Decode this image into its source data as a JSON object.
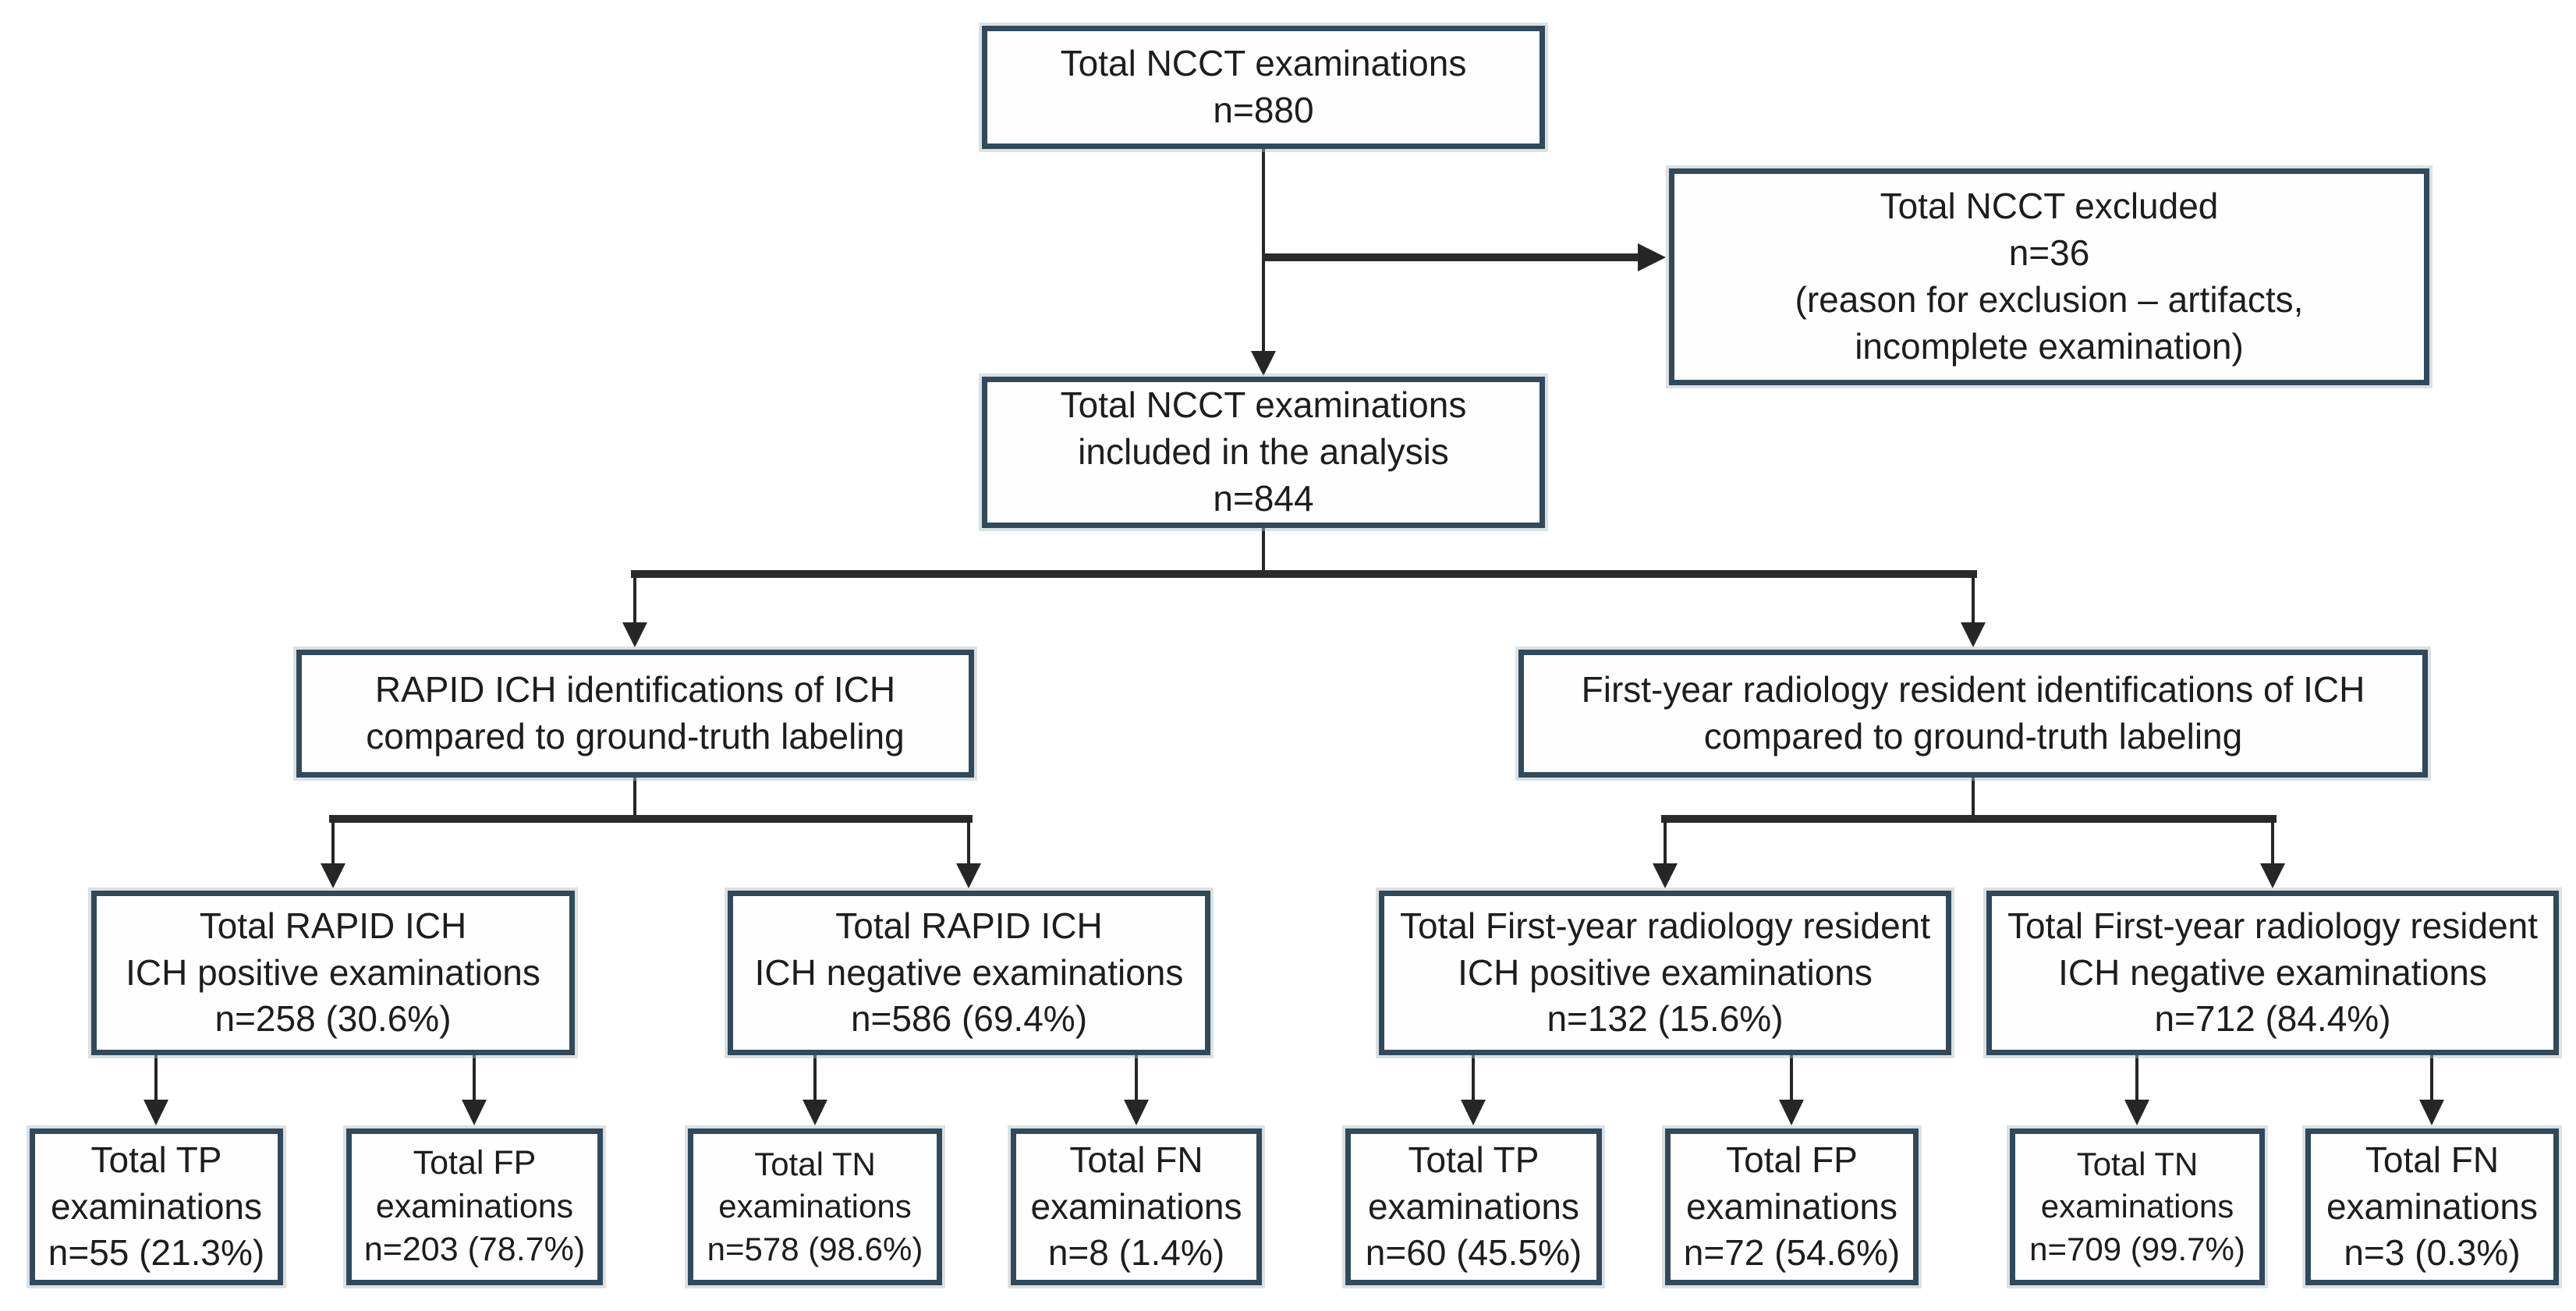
{
  "colors": {
    "box_border": "#31495a",
    "connector": "#262626",
    "text": "#1d1d1d",
    "background": "#ffffff"
  },
  "nodes": {
    "total": {
      "lines": [
        "Total NCCT examinations",
        "n=880"
      ]
    },
    "excluded": {
      "lines": [
        "Total NCCT excluded",
        "n=36",
        "(reason for exclusion – artifacts,",
        "incomplete examination)"
      ]
    },
    "included": {
      "lines": [
        "Total NCCT examinations",
        "included in the analysis",
        "n=844"
      ]
    },
    "rapid_header": {
      "lines": [
        "RAPID ICH identifications of ICH",
        "compared to ground-truth labeling"
      ]
    },
    "resident_header": {
      "lines": [
        "First-year radiology resident identifications of ICH",
        "compared to ground-truth labeling"
      ]
    },
    "rapid_pos": {
      "lines": [
        "Total RAPID ICH",
        "ICH positive examinations",
        "n=258 (30.6%)"
      ]
    },
    "rapid_neg": {
      "lines": [
        "Total RAPID ICH",
        "ICH negative examinations",
        "n=586 (69.4%)"
      ]
    },
    "res_pos": {
      "lines": [
        "Total First-year radiology resident",
        "ICH positive examinations",
        "n=132 (15.6%)"
      ]
    },
    "res_neg": {
      "lines": [
        "Total First-year radiology resident",
        "ICH negative examinations",
        "n=712 (84.4%)"
      ]
    },
    "tp_rapid": {
      "lines": [
        "Total TP",
        "examinations",
        "n=55 (21.3%)"
      ]
    },
    "fp_rapid": {
      "lines": [
        "Total FP",
        "examinations",
        "n=203 (78.7%)"
      ]
    },
    "tn_rapid": {
      "lines": [
        "Total TN",
        "examinations",
        "n=578 (98.6%)"
      ]
    },
    "fn_rapid": {
      "lines": [
        "Total FN",
        "examinations",
        "n=8 (1.4%)"
      ]
    },
    "tp_res": {
      "lines": [
        "Total TP",
        "examinations",
        "n=60 (45.5%)"
      ]
    },
    "fp_res": {
      "lines": [
        "Total FP",
        "examinations",
        "n=72 (54.6%)"
      ]
    },
    "tn_res": {
      "lines": [
        "Total TN",
        "examinations",
        "n=709 (99.7%)"
      ]
    },
    "fn_res": {
      "lines": [
        "Total FN",
        "examinations",
        "n=3 (0.3%)"
      ]
    }
  }
}
